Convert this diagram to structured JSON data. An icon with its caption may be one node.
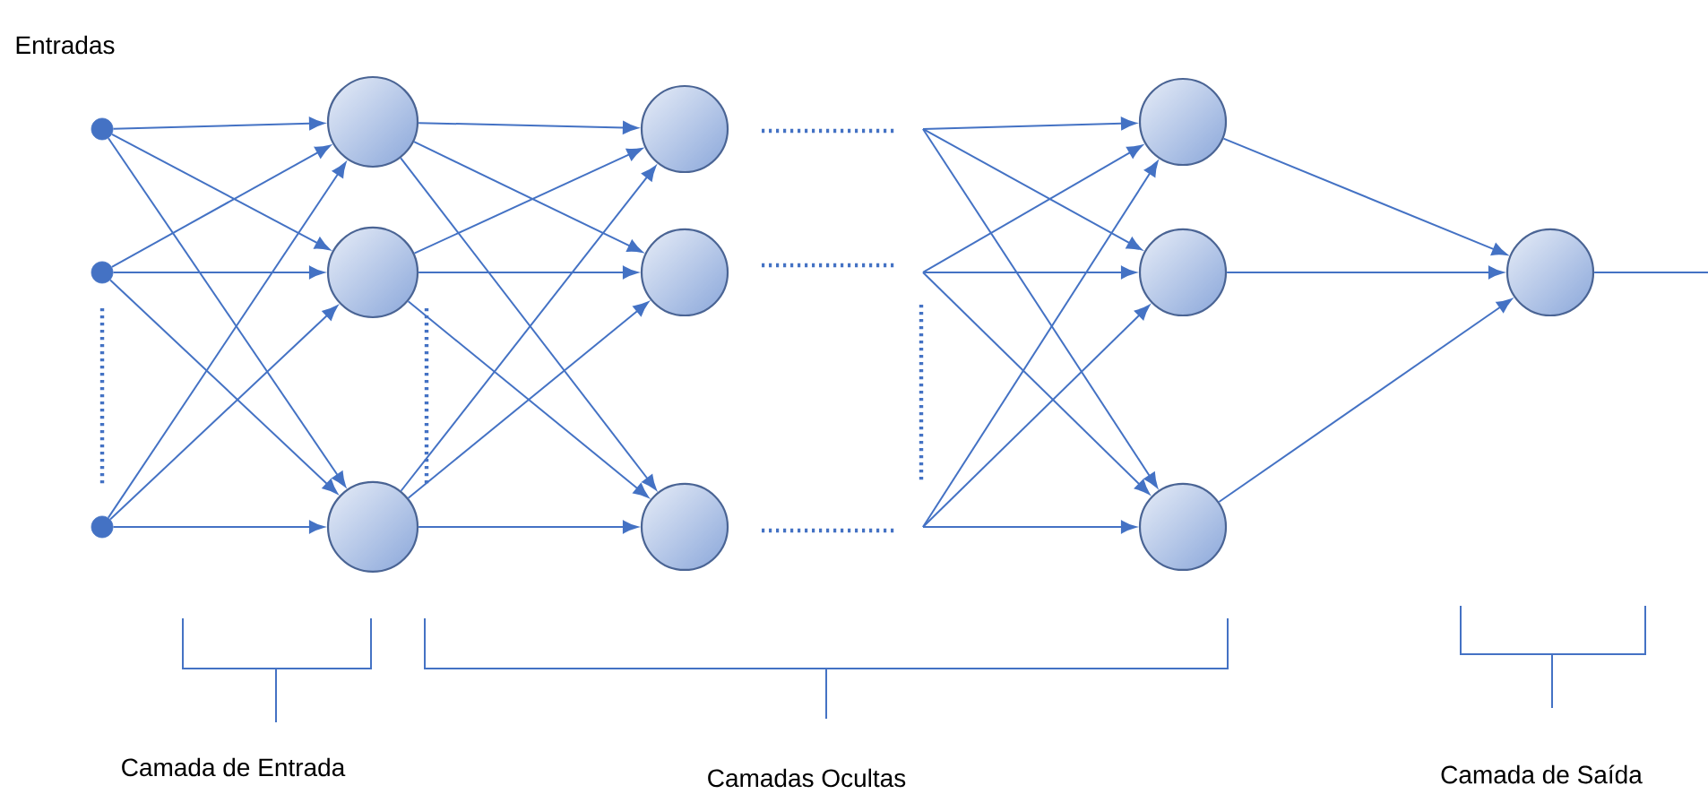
{
  "diagram": {
    "nodes": [
      {
        "text": [],
        "shape": "circle"
      },
      {
        "text": [],
        "shape": "circle"
      },
      {
        "text": [],
        "shape": "circle"
      },
      {
        "text": [],
        "shape": "circle"
      },
      {
        "text": [],
        "shape": "circle"
      },
      {
        "text": [],
        "shape": "circle"
      },
      {
        "text": [],
        "shape": "circle"
      },
      {
        "text": [],
        "shape": "circle"
      },
      {
        "text": [],
        "shape": "circle"
      },
      {
        "text": [],
        "shape": "circle"
      },
      {
        "text": [],
        "shape": "circle"
      },
      {
        "text": [],
        "shape": "circle"
      },
      {
        "text": [],
        "shape": "circle"
      }
    ],
    "edges": [
      {
        "from": 0,
        "to": 3,
        "arrow": "to"
      },
      {
        "from": 0,
        "to": 4,
        "arrow": "to"
      },
      {
        "from": 0,
        "to": 5,
        "arrow": "to"
      },
      {
        "from": 1,
        "to": 3,
        "arrow": "to"
      },
      {
        "from": 1,
        "to": 4,
        "arrow": "to"
      },
      {
        "from": 1,
        "to": 5,
        "arrow": "to"
      },
      {
        "from": 2,
        "to": 3,
        "arrow": "to"
      },
      {
        "from": 2,
        "to": 4,
        "arrow": "to"
      },
      {
        "from": 2,
        "to": 5,
        "arrow": "to"
      },
      {
        "from": 3,
        "to": 6,
        "arrow": "to"
      },
      {
        "from": 3,
        "to": 7,
        "arrow": "to"
      },
      {
        "from": 3,
        "to": 8,
        "arrow": "to"
      },
      {
        "from": 4,
        "to": 6,
        "arrow": "to"
      },
      {
        "from": 4,
        "to": 7,
        "arrow": "to"
      },
      {
        "from": 4,
        "to": 8,
        "arrow": "to"
      },
      {
        "from": 5,
        "to": 6,
        "arrow": "to"
      },
      {
        "from": 5,
        "to": 7,
        "arrow": "to"
      },
      {
        "from": 5,
        "to": 8,
        "arrow": "to"
      },
      {
        "from": null,
        "to": 9,
        "arrow": "to"
      },
      {
        "from": null,
        "to": 10,
        "arrow": "to"
      },
      {
        "from": null,
        "to": 11,
        "arrow": "to"
      },
      {
        "from": null,
        "to": 9,
        "arrow": "to"
      },
      {
        "from": null,
        "to": 10,
        "arrow": "to"
      },
      {
        "from": null,
        "to": 11,
        "arrow": "to"
      },
      {
        "from": null,
        "to": 9,
        "arrow": "to"
      },
      {
        "from": null,
        "to": 10,
        "arrow": "to"
      },
      {
        "from": null,
        "to": 11,
        "arrow": "to"
      },
      {
        "from": 9,
        "to": 12,
        "arrow": "to"
      },
      {
        "from": 10,
        "to": 12,
        "arrow": "to"
      },
      {
        "from": 11,
        "to": 12,
        "arrow": "to"
      },
      {
        "from": 12,
        "to": null,
        "arrow": "none"
      }
    ],
    "labels": [
      "Entradas",
      "Camada de Entrada",
      "Camadas Ocultas",
      "Camada de Saída"
    ]
  }
}
